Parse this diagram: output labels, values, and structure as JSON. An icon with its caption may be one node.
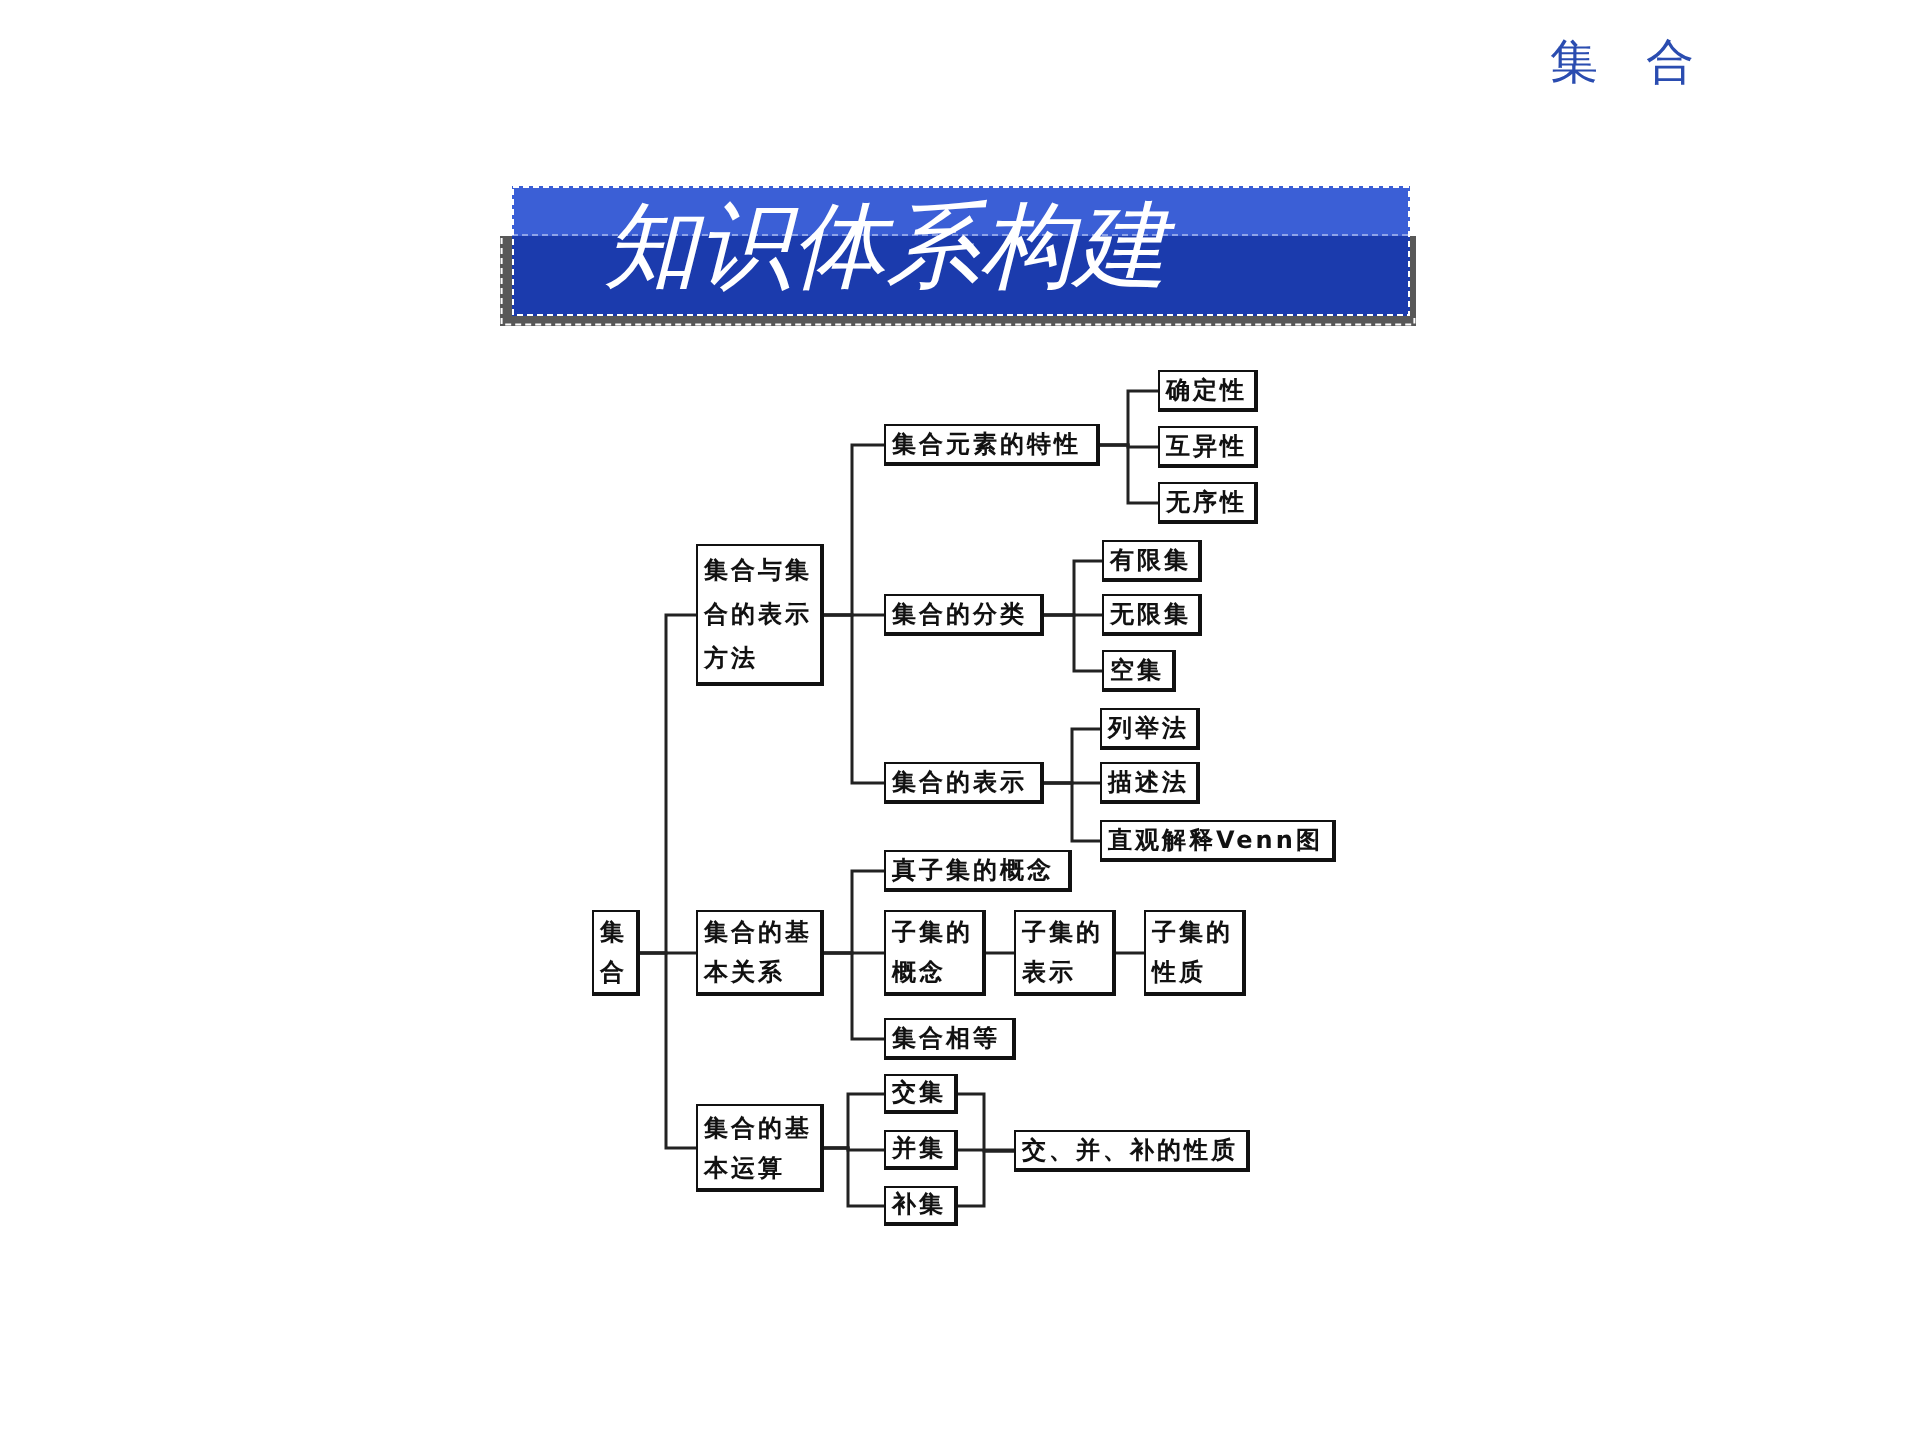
{
  "diagram": {
    "title": "知识体系构建",
    "nodes": [
      {
        "text": [
          "集合"
        ]
      },
      {
        "text": [
          "集合与集合的表示方法"
        ]
      },
      {
        "text": [
          "集合元素的特性"
        ]
      },
      {
        "text": [
          "确定性"
        ]
      },
      {
        "text": [
          "互异性"
        ]
      },
      {
        "text": [
          "无序性"
        ]
      },
      {
        "text": [
          "集合的分类"
        ]
      },
      {
        "text": [
          "有限集"
        ]
      },
      {
        "text": [
          "无限集"
        ]
      },
      {
        "text": [
          "空集"
        ]
      },
      {
        "text": [
          "集合的表示"
        ]
      },
      {
        "text": [
          "列举法"
        ]
      },
      {
        "text": [
          "描述法"
        ]
      },
      {
        "text": [
          "直观解释Venn图"
        ]
      },
      {
        "text": [
          "集合的基本关系"
        ]
      },
      {
        "text": [
          "真子集的概念"
        ]
      },
      {
        "text": [
          "子集的概念"
        ]
      },
      {
        "text": [
          "子集的表示"
        ]
      },
      {
        "text": [
          "子集的性质"
        ]
      },
      {
        "text": [
          "集合相等"
        ]
      },
      {
        "text": [
          "集合的基本运算"
        ]
      },
      {
        "text": [
          "交集"
        ]
      },
      {
        "text": [
          "并集"
        ]
      },
      {
        "text": [
          "补集"
        ]
      },
      {
        "text": [
          "交、并、补的性质"
        ]
      }
    ],
    "edges": [
      {
        "from": 0,
        "to": 1,
        "arrow": "none"
      },
      {
        "from": 0,
        "to": 14,
        "arrow": "none"
      },
      {
        "from": 0,
        "to": 20,
        "arrow": "none"
      },
      {
        "from": 1,
        "to": 2,
        "arrow": "none"
      },
      {
        "from": 1,
        "to": 6,
        "arrow": "none"
      },
      {
        "from": 1,
        "to": 10,
        "arrow": "none"
      },
      {
        "from": 2,
        "to": 3,
        "arrow": "none"
      },
      {
        "from": 2,
        "to": 4,
        "arrow": "none"
      },
      {
        "from": 2,
        "to": 5,
        "arrow": "none"
      },
      {
        "from": 6,
        "to": 7,
        "arrow": "none"
      },
      {
        "from": 6,
        "to": 8,
        "arrow": "none"
      },
      {
        "from": 6,
        "to": 9,
        "arrow": "none"
      },
      {
        "from": 10,
        "to": 11,
        "arrow": "none"
      },
      {
        "from": 10,
        "to": 12,
        "arrow": "none"
      },
      {
        "from": 10,
        "to": 13,
        "arrow": "none"
      },
      {
        "from": 14,
        "to": 15,
        "arrow": "none"
      },
      {
        "from": 14,
        "to": 16,
        "arrow": "none"
      },
      {
        "from": 14,
        "to": 19,
        "arrow": "none"
      },
      {
        "from": 16,
        "to": 17,
        "arrow": "none"
      },
      {
        "from": 17,
        "to": 18,
        "arrow": "none"
      },
      {
        "from": 20,
        "to": 21,
        "arrow": "none"
      },
      {
        "from": 20,
        "to": 22,
        "arrow": "none"
      },
      {
        "from": 20,
        "to": 23,
        "arrow": "none"
      },
      {
        "from": 21,
        "to": 24,
        "arrow": "none"
      },
      {
        "from": 22,
        "to": 24,
        "arrow": "none"
      },
      {
        "from": 23,
        "to": 24,
        "arrow": "none"
      }
    ],
    "labels": [
      "集合"
    ]
  }
}
